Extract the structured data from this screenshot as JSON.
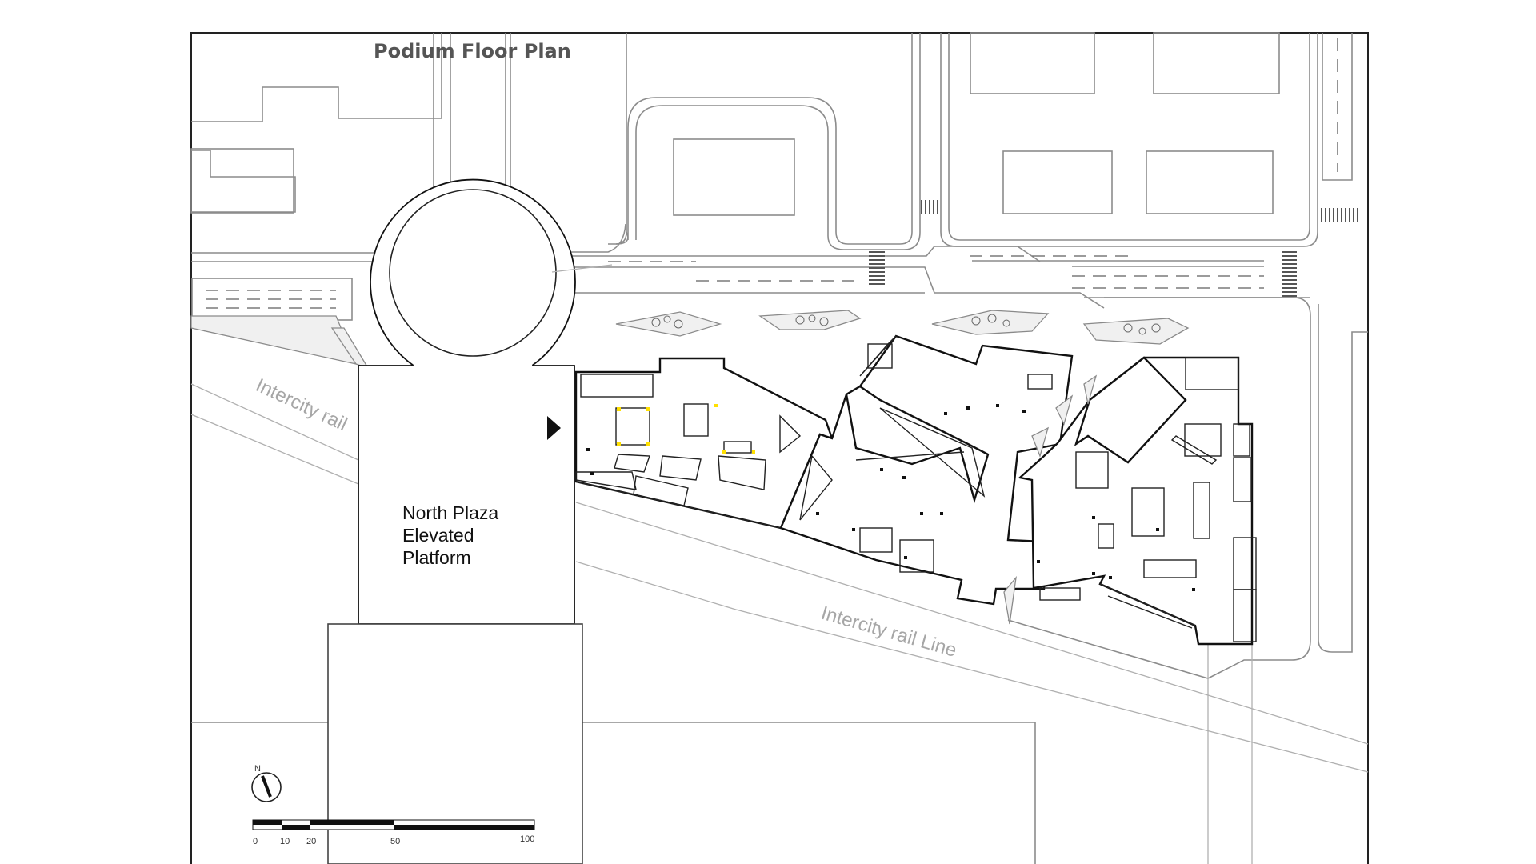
{
  "title": "Podium Floor Plan",
  "labels": {
    "plaza_line1": "North Plaza",
    "plaza_line2": "Elevated",
    "plaza_line3": "Platform",
    "rail_short": "Intercity rail",
    "rail_long": "Intercity rail Line"
  },
  "north_arrow": {
    "letter": "N",
    "icon": "north-arrow-icon"
  },
  "scale_bar": {
    "ticks": [
      "0",
      "10",
      "20",
      "50",
      "100"
    ]
  },
  "entry_marker": {
    "icon": "entry-arrow-icon"
  },
  "colors": {
    "walls": "#111111",
    "context": "#8c8c8c",
    "rail_text": "#a6a6a6",
    "title": "#555555",
    "accent": "#ffe000"
  }
}
